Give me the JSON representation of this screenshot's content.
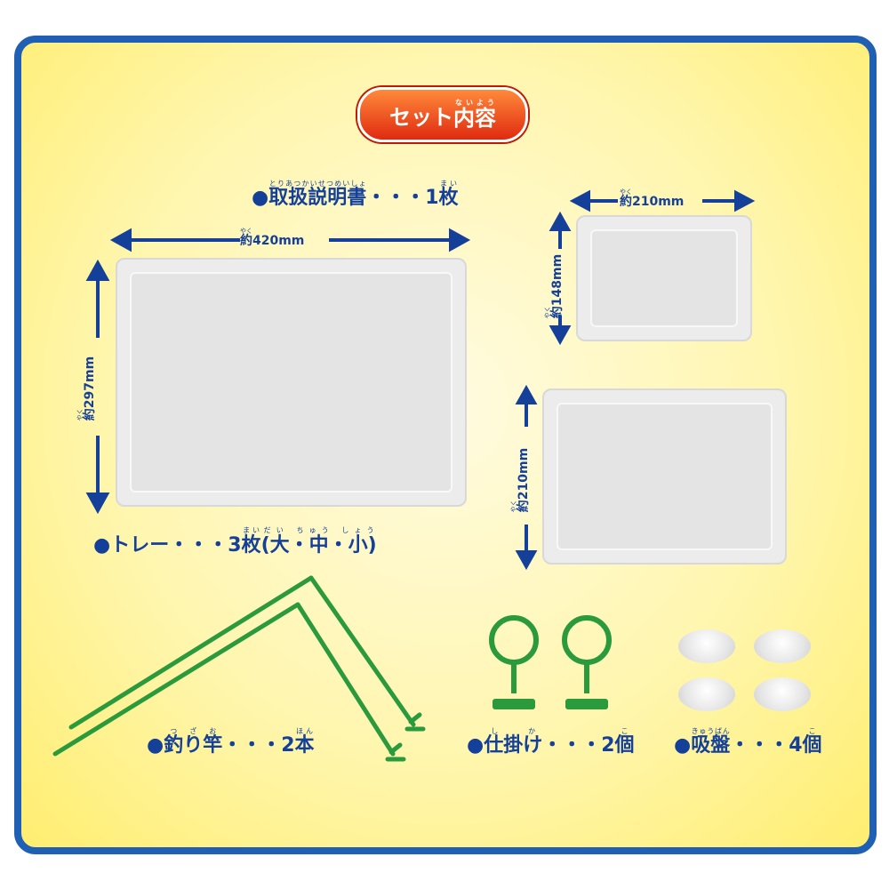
{
  "header": {
    "title": "セット内容",
    "title_ruby": "ないよう",
    "title_base": "内容",
    "title_prefix": "セット"
  },
  "items": {
    "manual": {
      "name": "取扱説明書",
      "ruby": "とりあつかいせつめいしょ",
      "count": "1",
      "unit": "枚",
      "unit_ruby": "まい",
      "sep": "・・・"
    },
    "tray": {
      "name": "トレー",
      "count": "3",
      "unit": "枚",
      "unit_ruby": "まい",
      "sizes": "(大・中・小)",
      "sizes_ruby": "だい ちゅう しょう",
      "sep": "・・・"
    },
    "rod": {
      "name": "釣り竿",
      "ruby": "つざお",
      "count": "2",
      "unit": "本",
      "unit_ruby": "ほん",
      "sep": "・・・"
    },
    "hook": {
      "name": "仕掛け",
      "ruby": "しか",
      "count": "2",
      "unit": "個",
      "unit_ruby": "こ",
      "sep": "・・・"
    },
    "sucker": {
      "name": "吸盤",
      "ruby": "きゅうばん",
      "count": "4",
      "unit": "個",
      "unit_ruby": "こ",
      "sep": "・・・"
    }
  },
  "dimensions": {
    "ruby": "やく",
    "prefix": "約",
    "large_w": "420mm",
    "large_h": "297mm",
    "small_w": "210mm",
    "small_h": "148mm",
    "mid_h": "210mm"
  },
  "colors": {
    "frame": "#1f5fb4",
    "text": "#14409a",
    "green": "#2a9a3c",
    "badge": "#e02a10"
  }
}
